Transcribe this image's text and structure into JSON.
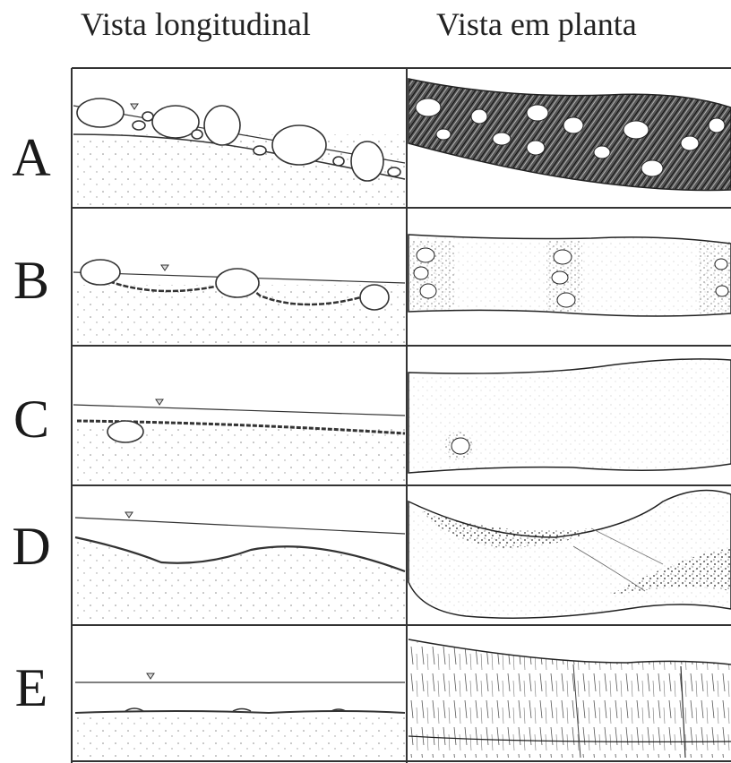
{
  "headers": {
    "longitudinal": "Vista longitudinal",
    "plan": "Vista em planta"
  },
  "rows": [
    {
      "label": "A"
    },
    {
      "label": "B"
    },
    {
      "label": "C"
    },
    {
      "label": "D"
    },
    {
      "label": "E"
    }
  ],
  "colors": {
    "line": "#333333",
    "stipple": "#777777",
    "dense": "#1a1a1a"
  }
}
